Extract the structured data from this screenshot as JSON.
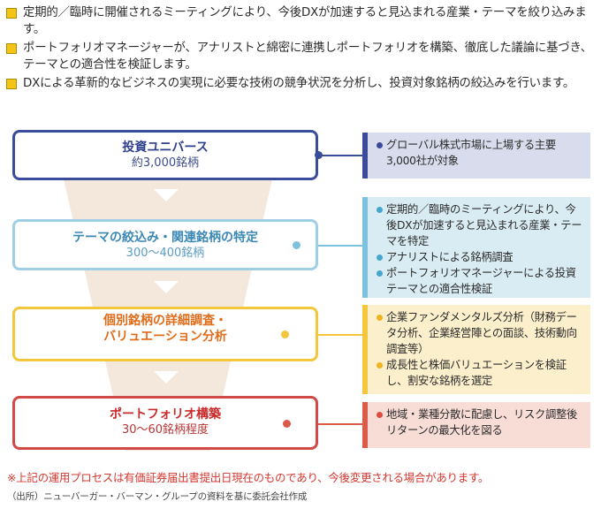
{
  "intro": [
    "定期的／臨時に開催されるミーティングにより、今後DXが加速すると見込まれる産業・テーマを絞り込みます。",
    "ポートフォリオマネージャーが、アナリストと綿密に連携しポートフォリオを構築、徹底した議論に基づき、テーマとの適合性を検証します。",
    "DXによる革新的なビジネスの実現に必要な技術の競争状況を分析し、投資対象銘柄の絞込みを行います。"
  ],
  "stages": [
    {
      "title": "投資ユニバース",
      "sub": "約3,000銘柄"
    },
    {
      "title": "テーマの絞込み・関連銘柄の特定",
      "sub": "300〜400銘柄"
    },
    {
      "title": "個別銘柄の詳細調査・\nバリュエーション分析",
      "sub": ""
    },
    {
      "title": "ポートフォリオ構築",
      "sub": "30〜60銘柄程度"
    }
  ],
  "panels": [
    [
      "グローバル株式市場に上場する主要3,000社が対象"
    ],
    [
      "定期的／臨時のミーティングにより、今後DXが加速すると見込まれる産業・テーマを特定",
      "アナリストによる銘柄調査",
      "ポートフォリオマネージャーによる投資テーマとの適合性検証"
    ],
    [
      "企業ファンダメンタルズ分析（財務データ分析、企業経営陣との面談、技術動向調査等）",
      "成長性と株価バリュエーションを検証し、割安な銘柄を選定"
    ],
    [
      "地域・業種分散に配慮し、リスク調整後リターンの最大化を図る"
    ]
  ],
  "colors": {
    "stage1": "#3a4d9a",
    "stage2": "#9ecfe4",
    "stage3": "#f3c73c",
    "stage4": "#d14a48",
    "funnel": "#f4e8dc",
    "bullet_square": "#f3c316"
  },
  "note": "※上記の運用プロセスは有価証券届出書提出日現在のものであり、今後変更される場合があります。",
  "source": "（出所）ニューバーガー・バーマン・グループの資料を基に委託会社作成"
}
